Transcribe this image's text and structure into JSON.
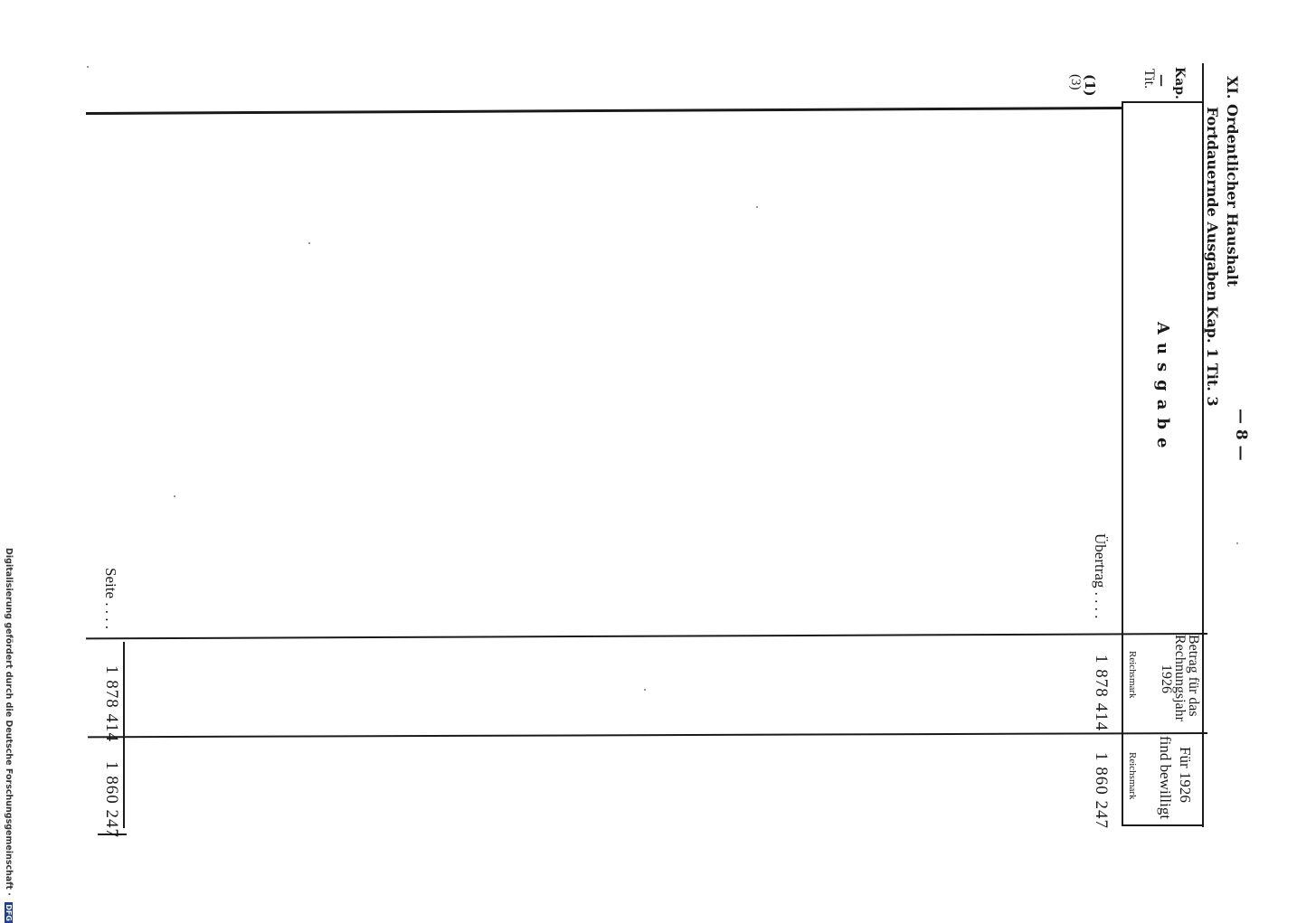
{
  "page": {
    "page_number": "— 8 —",
    "header_line1": "XI. Ordentlicher Haushalt",
    "header_line2": "Fortdauernde Ausgaben Kap. 1 Tit. 3"
  },
  "table": {
    "col_kap": {
      "top": "Kap.",
      "dash": "—",
      "bottom": "Tit."
    },
    "col_ausgabe": "Ausgabe",
    "col_betrag": {
      "line1": "Betrag für das",
      "line2": "Rechnungsjahr",
      "line3": "1926",
      "unit": "Reichsmark"
    },
    "col_bewilligt": {
      "line1": "Für 1926",
      "line2": "find bewilligt",
      "unit": "Reichsmark"
    },
    "row_kap": "(1)",
    "row_tit": "(3)",
    "uebertrag_label": "Übertrag . . . .",
    "uebertrag_betrag": "1 878 414",
    "uebertrag_bewilligt": "1 860 247",
    "seite_label": "Seite . . . .",
    "seite_betrag": "1 878 414",
    "seite_bewilligt": "1 860 247"
  },
  "footer": {
    "funding_note": "Digitalisierung gefördert durch die Deutsche Forschungsgemeinschaft",
    "logo_text": "DFG"
  }
}
